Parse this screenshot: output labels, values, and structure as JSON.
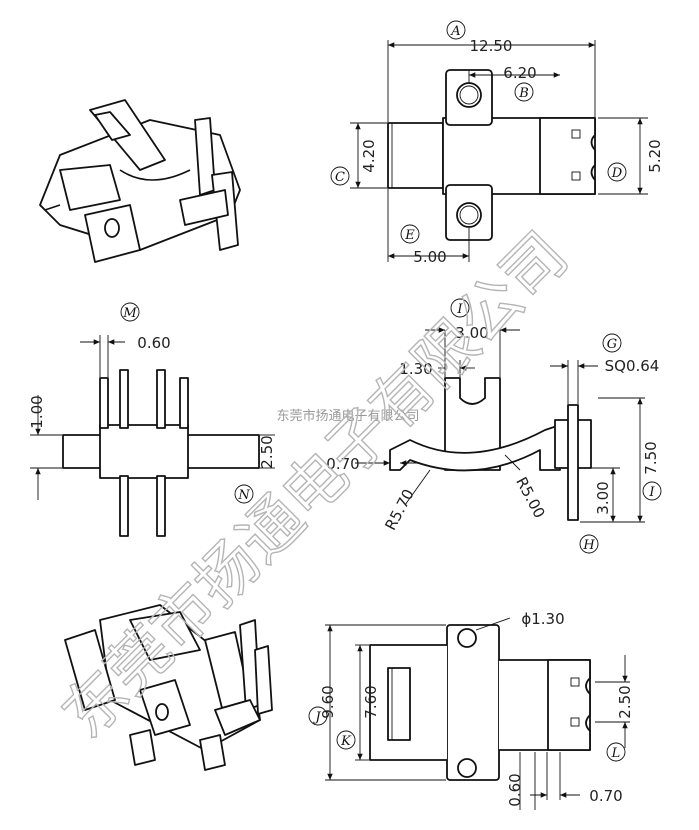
{
  "dimensions": {
    "a_width": "12.50",
    "b_hole_spacing": "6.20",
    "c_height": "4.20",
    "d_height": "5.20",
    "e_width": "5.00",
    "m_width": "0.60",
    "side_height": "1.00",
    "n_spacing": "2.50",
    "i_width": "3.00",
    "i_offset": "1.30",
    "g_pin": "SQ0.64",
    "lead_07": "0.70",
    "radius_57": "R5.70",
    "radius_50": "R5.00",
    "h_height": "3.00",
    "i_height": "7.50",
    "hole_dia": "ϕ1.30",
    "j_height": "9.60",
    "k_height": "7.60",
    "l_spacing": "2.50",
    "bottom_06": "0.60",
    "bottom_07": "0.70"
  },
  "callouts": {
    "A": "A",
    "B": "B",
    "C": "C",
    "D": "D",
    "E": "E",
    "M": "M",
    "N": "N",
    "I1": "I",
    "G": "G",
    "H": "H",
    "I2": "I",
    "J": "J",
    "K": "K",
    "L": "L"
  },
  "watermark": {
    "small": "东莞市扬通电子有限公司",
    "large": "东莞市扬通电子有限公司"
  }
}
